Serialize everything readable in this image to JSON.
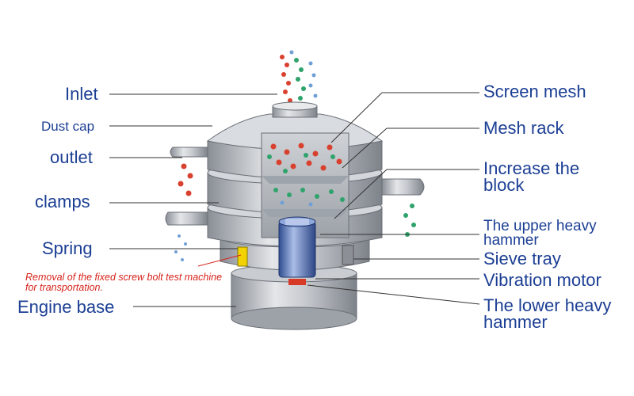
{
  "labels_left": {
    "inlet": "Inlet",
    "dust_cap": "Dust cap",
    "outlet": "outlet",
    "clamps": "clamps",
    "spring": "Spring",
    "engine_base": "Engine base"
  },
  "labels_right": {
    "screen_mesh": "Screen mesh",
    "mesh_rack": "Mesh rack",
    "increase_block": "Increase the block",
    "upper_hammer": "The upper heavy hammer",
    "sieve_tray": "Sieve tray",
    "vibration_motor": "Vibration motor",
    "lower_hammer": "The lower heavy hammer"
  },
  "note": "Removal of the fixed screw bolt test machine for transportation.",
  "colors": {
    "label_blue": "#1c3f94",
    "note_red": "#d8231b",
    "steel": "#b8bcc2",
    "particle_red": "#d9412f",
    "particle_green": "#2fa36b",
    "particle_blue": "#6f9fd6",
    "motor_blue": "#4d6fb8"
  }
}
